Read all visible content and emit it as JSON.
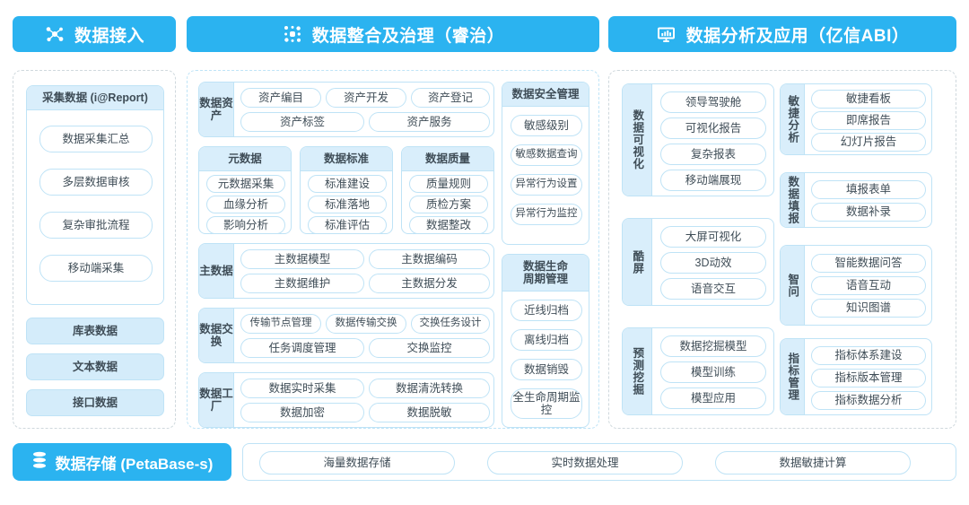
{
  "sections": {
    "ingest": {
      "title": "数据接入",
      "icon": "nodes-network-icon"
    },
    "govern": {
      "title": "数据整合及治理（睿治）",
      "icon": "data-grid-icon"
    },
    "analysis": {
      "title": "数据分析及应用（亿信ABI）",
      "icon": "monitor-chart-icon"
    }
  },
  "ingest": {
    "collect_card": {
      "title": "采集数据 (i@Report)",
      "items": [
        "数据采集汇总",
        "多层数据审核",
        "复杂审批流程",
        "移动端采集"
      ]
    },
    "sources": [
      "库表数据",
      "文本数据",
      "接口数据"
    ]
  },
  "govern": {
    "asset": {
      "label": "数据资产",
      "row1": [
        "资产编目",
        "资产开发",
        "资产登记"
      ],
      "row2": [
        "资产标签",
        "资产服务"
      ]
    },
    "metadata": {
      "title": "元数据",
      "items": [
        "元数据采集",
        "血缘分析",
        "影响分析"
      ]
    },
    "standard": {
      "title": "数据标准",
      "items": [
        "标准建设",
        "标准落地",
        "标准评估"
      ]
    },
    "quality": {
      "title": "数据质量",
      "items": [
        "质量规则",
        "质检方案",
        "数据整改"
      ]
    },
    "master": {
      "label": "主数据",
      "items": [
        "主数据模型",
        "主数据编码",
        "主数据维护",
        "主数据分发"
      ]
    },
    "exchange": {
      "label": "数据交换",
      "row1": [
        "传输节点管理",
        "数据传输交换",
        "交换任务设计"
      ],
      "row2": [
        "任务调度管理",
        "交换监控"
      ]
    },
    "factory": {
      "label": "数据工厂",
      "items": [
        "数据实时采集",
        "数据清洗转换",
        "数据加密",
        "数据脱敏"
      ]
    },
    "security": {
      "title": "数据安全管理",
      "items": [
        "敏感级别",
        "敏感数据查询",
        "异常行为设置",
        "异常行为监控"
      ]
    },
    "lifecycle": {
      "title": "数据生命周期管理",
      "title_line1": "数据生命",
      "title_line2": "周期管理",
      "items": [
        "近线归档",
        "离线归档",
        "数据销毁",
        "全生命周期监控"
      ]
    }
  },
  "analysis": {
    "visualization": {
      "label": "数据可视化",
      "items": [
        "领导驾驶舱",
        "可视化报告",
        "复杂报表",
        "移动端展现"
      ]
    },
    "coolscreen": {
      "label": "酷屏",
      "items": [
        "大屏可视化",
        "3D动效",
        "语音交互"
      ]
    },
    "mining": {
      "label": "预测挖掘",
      "items": [
        "数据挖掘模型",
        "模型训练",
        "模型应用"
      ]
    },
    "agile": {
      "label": "敏捷分析",
      "items": [
        "敏捷看板",
        "即席报告",
        "幻灯片报告"
      ]
    },
    "fillin": {
      "label": "数据填报",
      "items": [
        "填报表单",
        "数据补录"
      ]
    },
    "smartask": {
      "label": "智问",
      "items": [
        "智能数据问答",
        "语音互动",
        "知识图谱"
      ]
    },
    "metrics": {
      "label": "指标管理",
      "items": [
        "指标体系建设",
        "指标版本管理",
        "指标数据分析"
      ]
    }
  },
  "storage": {
    "title": "数据存储 (PetaBase-s)",
    "icon": "database-icon",
    "items": [
      "海量数据存储",
      "实时数据处理",
      "数据敏捷计算"
    ]
  },
  "colors": {
    "accent": "#2bb3f0",
    "chip_border": "#bfe3f6",
    "cap_bg": "#d9eefb",
    "fill_chip_bg": "#d4ecfa",
    "panel_border": "#cfd8dd",
    "text": "#3f4d57"
  }
}
